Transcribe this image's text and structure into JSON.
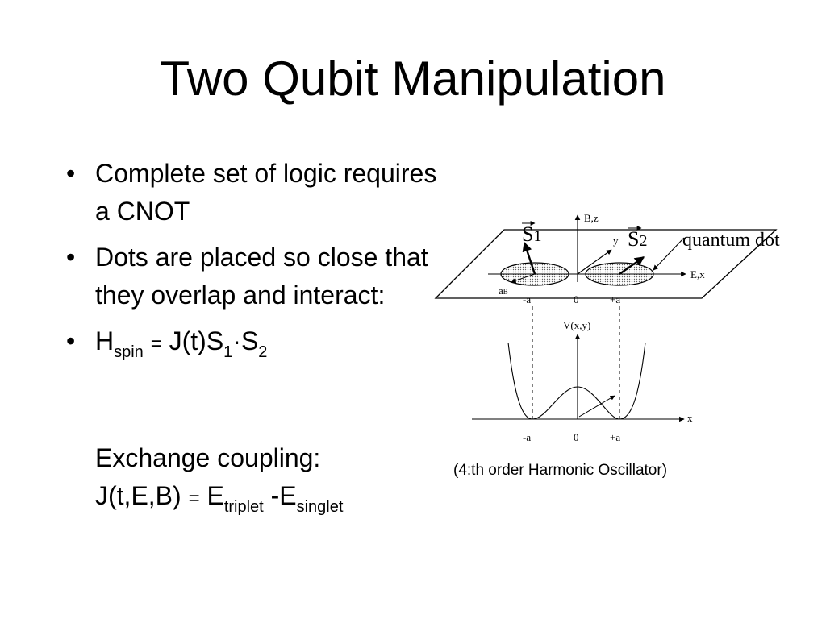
{
  "slide": {
    "title": "Two Qubit Manipulation",
    "bullets": [
      {
        "text": "Complete set of logic requires a CNOT"
      },
      {
        "text": "Dots are placed so close that they overlap and interact:"
      }
    ],
    "hamiltonian": {
      "h": "H",
      "h_sub": "spin",
      "eq": "=",
      "rhs": "J(t)S",
      "s1_sub": "1",
      "dot": "·",
      "s2": "S",
      "s2_sub": "2"
    },
    "exchange": {
      "line1": "Exchange coupling:",
      "lhs": "J(t,E,B)",
      "eq": "=",
      "e1": "E",
      "e1_sub": "triplet",
      "minus": "-E",
      "e2_sub": "singlet"
    },
    "bullet_symbol": "•"
  },
  "figure": {
    "labels": {
      "bz": "B,z",
      "s1": "S",
      "s1_sub": "1",
      "y": "y",
      "s2": "S",
      "s2_sub": "2",
      "quantum_dot": "quantum dot",
      "ex": "E,x",
      "ab": "a",
      "ab_sub": "B",
      "minus_a": "-a",
      "zero": "0",
      "plus_a": "+a",
      "vxy": "V(x,y)",
      "x": "x",
      "minus_a2": "-a",
      "zero2": "0",
      "plus_a2": "+a"
    },
    "caption": "(4:th order Harmonic Oscillator)"
  }
}
